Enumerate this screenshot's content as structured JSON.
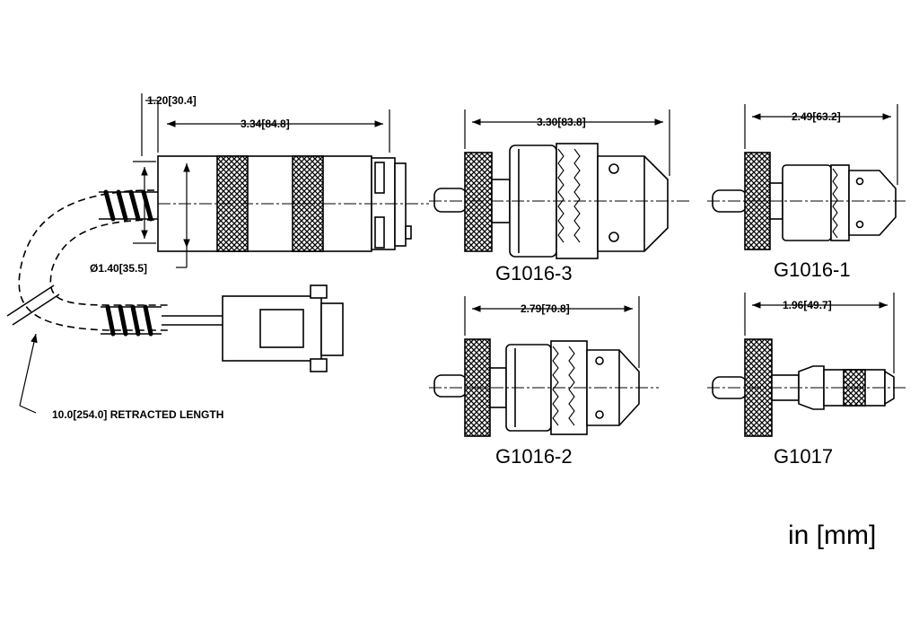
{
  "dimensions": {
    "offset": "1.20[30.4]",
    "holder_length": "3.34[84.8]",
    "holder_diameter": "Ø1.40[35.5]",
    "g1016_3_length": "3.30[83.8]",
    "g1016_1_length": "2.49[63.2]",
    "g1016_2_length": "2.79[70.8]",
    "g1017_length": "1.96[49.7]",
    "cable_length": "10.0[254.0] RETRACTED LENGTH"
  },
  "parts": {
    "g1016_3": "G1016-3",
    "g1016_1": "G1016-1",
    "g1016_2": "G1016-2",
    "g1017": "G1017"
  },
  "units_label": "in [mm]",
  "colors": {
    "line": "#000000",
    "background": "#ffffff"
  }
}
